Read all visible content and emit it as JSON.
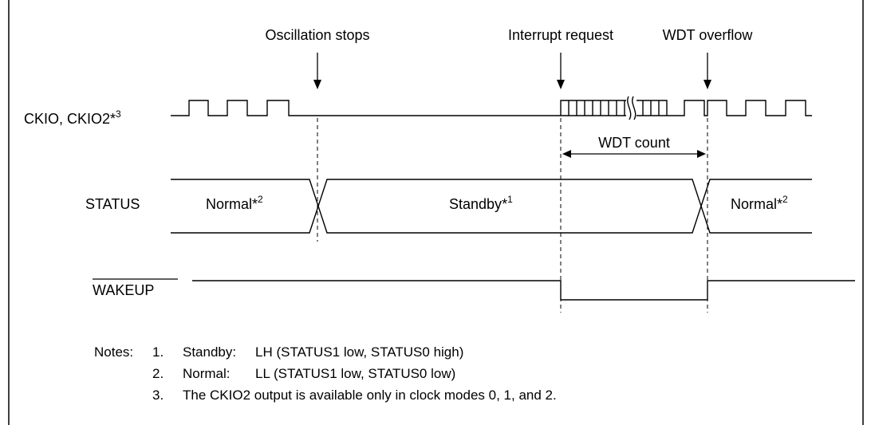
{
  "labels": {
    "oscillation_stops": "Oscillation stops",
    "interrupt_request": "Interrupt request",
    "wdt_overflow": "WDT overflow",
    "wdt_count": "WDT count"
  },
  "signals": {
    "clock": {
      "name": "CKIO, CKIO2",
      "mark": "*",
      "sup": "3"
    },
    "status": {
      "name": "STATUS",
      "normal_left": {
        "text": "Normal",
        "mark": "*",
        "sup": "2"
      },
      "standby": {
        "text": "Standby",
        "mark": "*",
        "sup": "1"
      },
      "normal_right": {
        "text": "Normal",
        "mark": "*",
        "sup": "2"
      }
    },
    "wakeup": {
      "name": "WAKEUP"
    }
  },
  "notes": {
    "heading": "Notes:",
    "items": [
      {
        "num": "1.",
        "label": "Standby:",
        "text": "LH (STATUS1 low, STATUS0 high)"
      },
      {
        "num": "2.",
        "label": "Normal:",
        "text": "LL (STATUS1 low, STATUS0 low)"
      },
      {
        "num": "3.",
        "label": "",
        "text": "The CKIO2 output is available only in clock modes 0, 1, and 2."
      }
    ]
  }
}
